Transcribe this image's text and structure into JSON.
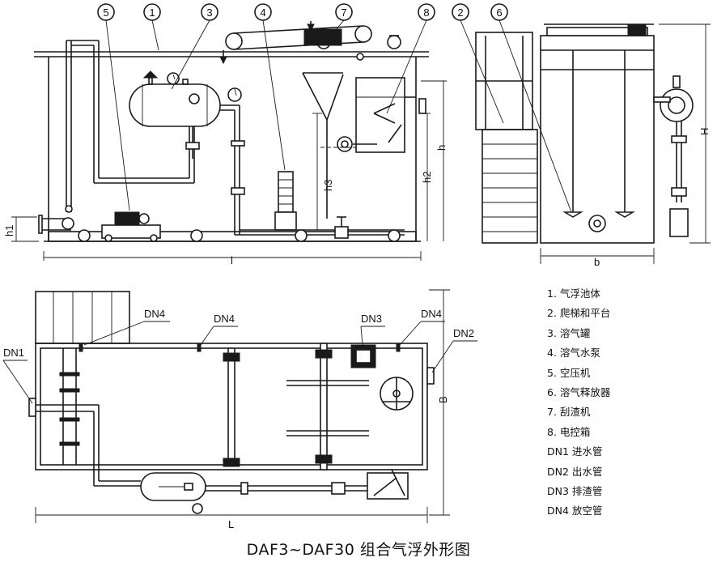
{
  "callouts": [
    "5",
    "1",
    "3",
    "4",
    "7",
    "8",
    "2",
    "6"
  ],
  "dimensions": {
    "h1": "h1",
    "h2": "h2",
    "h3": "h3",
    "h": "h",
    "H": "H",
    "l": "l",
    "L": "L",
    "b": "b",
    "B": "B"
  },
  "pipe_labels": {
    "dn1": "DN1",
    "dn2": "DN2",
    "dn3": "DN3",
    "dn4": "DN4"
  },
  "legend": [
    "1. 气浮池体",
    "2. 爬梯和平台",
    "3. 溶气罐",
    "4. 溶气水泵",
    "5. 空压机",
    "6. 溶气释放器",
    "7. 刮渣机",
    "8. 电控箱",
    "DN1 进水管",
    "DN2 出水管",
    "DN3 排渣管",
    "DN4 放空管"
  ],
  "title": "DAF3~DAF30 组合气浮外形图"
}
